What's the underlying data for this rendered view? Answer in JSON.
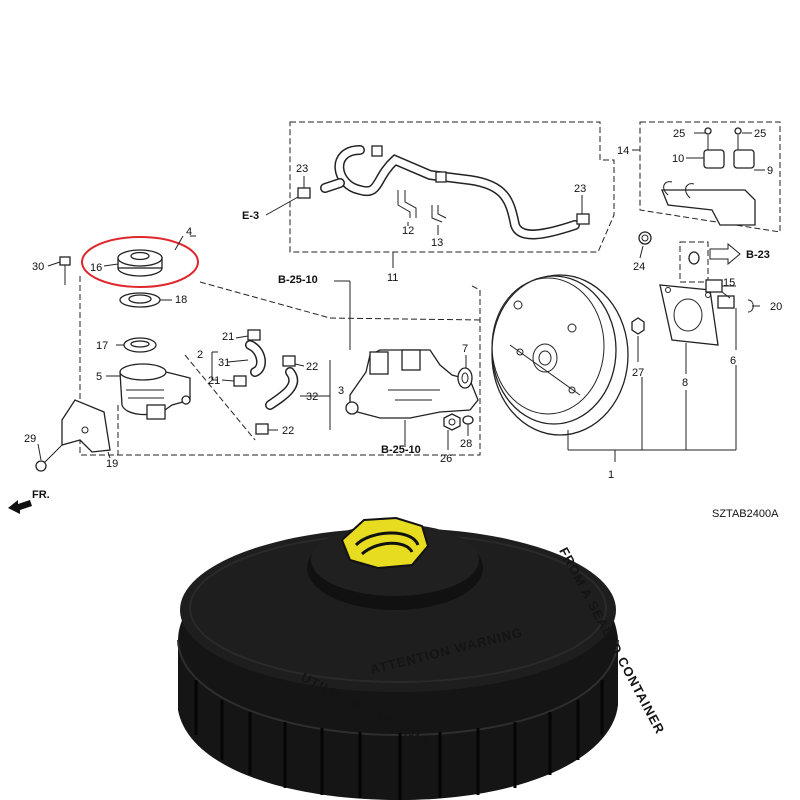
{
  "diagram": {
    "part_code": "SZTAB2400A",
    "front_marker": "FR.",
    "refs": {
      "e3": "E-3",
      "b23": "B-23",
      "b2510_top": "B-25-10",
      "b2510_bottom": "B-25-10"
    },
    "callouts": {
      "c1": "1",
      "c2": "2",
      "c3": "3",
      "c4": "4",
      "c5": "5",
      "c6": "6",
      "c7": "7",
      "c8": "8",
      "c9": "9",
      "c10": "10",
      "c11": "11",
      "c12": "12",
      "c13": "13",
      "c14": "14",
      "c15": "15",
      "c16": "16",
      "c17": "17",
      "c18": "18",
      "c19": "19",
      "c20": "20",
      "c21a": "21",
      "c21b": "21",
      "c22a": "22",
      "c22b": "22",
      "c23a": "23",
      "c23b": "23",
      "c24": "24",
      "c25a": "25",
      "c25b": "25",
      "c26": "26",
      "c27": "27",
      "c28": "28",
      "c29": "29",
      "c30": "30",
      "c31": "31",
      "c32": "32"
    },
    "highlight_color": "#e0262b"
  },
  "photo": {
    "cap_body_color": "#1c1c1c",
    "cap_badge_color": "#e7dc1f",
    "cap_text_top": "ATTENTION WARNING",
    "cap_text_left": "UTILISER USE ONLY",
    "cap_text_right": "FROM A SEALED CONTAINER"
  }
}
